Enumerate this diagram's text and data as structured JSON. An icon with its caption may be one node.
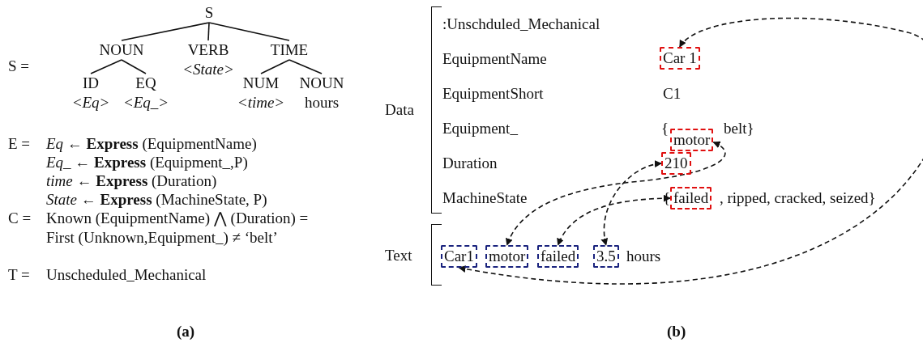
{
  "diagram": {
    "nodes": [
      {
        "text": [
          "S"
        ]
      },
      {
        "text": [
          "NOUN"
        ]
      },
      {
        "text": [
          "VERB",
          "*<State>*"
        ]
      },
      {
        "text": [
          "TIME"
        ]
      },
      {
        "text": [
          "ID",
          "*<Eq>*"
        ]
      },
      {
        "text": [
          "EQ",
          "*<Eq_>*"
        ]
      },
      {
        "text": [
          "NUM",
          "*<time>*"
        ]
      },
      {
        "text": [
          "NOUN",
          "hours"
        ]
      },
      {
        "text": [
          "Data"
        ]
      },
      {
        "text": [
          "Car 1"
        ],
        "in": 8
      },
      {
        "text": [
          "motor"
        ],
        "in": 8
      },
      {
        "text": [
          "210"
        ],
        "in": 8
      },
      {
        "text": [
          "failed"
        ],
        "in": 8
      },
      {
        "text": [
          "Text"
        ]
      },
      {
        "text": [
          "Car1"
        ],
        "in": 13
      },
      {
        "text": [
          "motor"
        ],
        "in": 13
      },
      {
        "text": [
          "failed"
        ],
        "in": 13
      },
      {
        "text": [
          "3.5"
        ],
        "in": 13
      }
    ],
    "edges": [
      {
        "from": 0,
        "to": 1,
        "arrow": "none"
      },
      {
        "from": 0,
        "to": 2,
        "arrow": "none"
      },
      {
        "from": 0,
        "to": 3,
        "arrow": "none"
      },
      {
        "from": 1,
        "to": 4,
        "arrow": "none"
      },
      {
        "from": 1,
        "to": 5,
        "arrow": "none"
      },
      {
        "from": 3,
        "to": 6,
        "arrow": "none"
      },
      {
        "from": 3,
        "to": 7,
        "arrow": "none"
      },
      {
        "from": 9,
        "to": 14,
        "arrow": "both",
        "style": "dashed"
      },
      {
        "from": 10,
        "to": 15,
        "arrow": "both",
        "style": "dashed"
      },
      {
        "from": 12,
        "to": 16,
        "arrow": "both",
        "style": "dashed"
      },
      {
        "from": 11,
        "to": 17,
        "arrow": "both",
        "style": "dashed"
      }
    ],
    "labels": [
      "S =",
      "E =",
      "*Eq* ← **Express** (EquipmentName)",
      "*Eq_* ← **Express** (Equipment_,P)",
      "*time* ← **Express** (Duration)",
      "*State* ← **Express** (MachineState, P)",
      "C =",
      "Known (EquipmentName) ⋀ (Duration) =",
      "First (Unknown,Equipment_) ≠ ‘belt’",
      "T =",
      "Unscheduled_Mechanical",
      "(a)",
      ":Unschduled_Mechanical",
      "EquipmentName",
      "EquipmentShort",
      "C1",
      "Equipment_",
      "{",
      "belt}",
      "Duration",
      "MachineState",
      "{",
      ", ripped, cracked, seized}",
      "hours",
      "(b)"
    ]
  }
}
